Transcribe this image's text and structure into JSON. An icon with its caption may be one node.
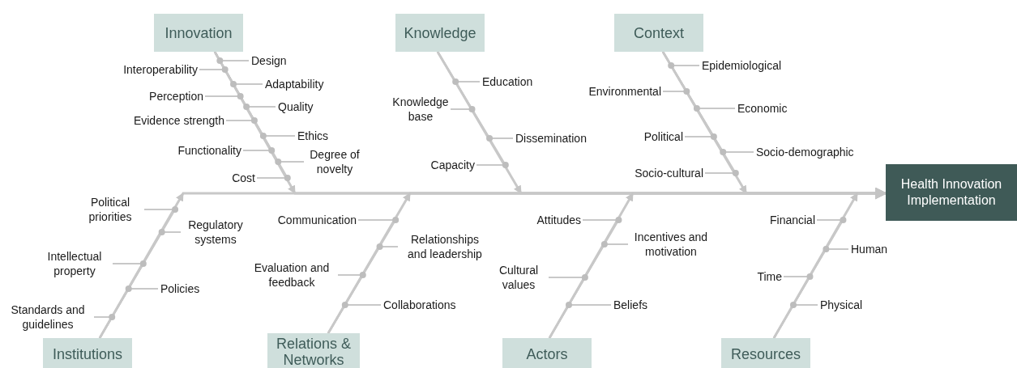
{
  "diagram": {
    "nodes": [
      {
        "text": [
          "Innovation"
        ]
      },
      {
        "text": [
          "Design"
        ]
      },
      {
        "text": [
          "Interoperability"
        ]
      },
      {
        "text": [
          "Adaptability"
        ]
      },
      {
        "text": [
          "Perception"
        ]
      },
      {
        "text": [
          "Quality"
        ]
      },
      {
        "text": [
          "Evidence strength"
        ]
      },
      {
        "text": [
          "Ethics"
        ]
      },
      {
        "text": [
          "Functionality"
        ]
      },
      {
        "text": [
          "Degree of novelty"
        ]
      },
      {
        "text": [
          "Cost"
        ]
      },
      {
        "text": [
          "Knowledge"
        ]
      },
      {
        "text": [
          "Education"
        ]
      },
      {
        "text": [
          "Knowledge base"
        ]
      },
      {
        "text": [
          "Dissemination"
        ]
      },
      {
        "text": [
          "Capacity"
        ]
      },
      {
        "text": [
          "Context"
        ]
      },
      {
        "text": [
          "Epidemiological"
        ]
      },
      {
        "text": [
          "Environmental"
        ]
      },
      {
        "text": [
          "Economic"
        ]
      },
      {
        "text": [
          "Political"
        ]
      },
      {
        "text": [
          "Socio-demographic"
        ]
      },
      {
        "text": [
          "Socio-cultural"
        ]
      },
      {
        "text": [
          "Health Innovation Implementation"
        ]
      },
      {
        "text": [
          "Political priorities"
        ]
      },
      {
        "text": [
          "Regulatory systems"
        ]
      },
      {
        "text": [
          "Intellectual property"
        ]
      },
      {
        "text": [
          "Policies"
        ]
      },
      {
        "text": [
          "Standards and guidelines"
        ]
      },
      {
        "text": [
          "Institutions"
        ]
      },
      {
        "text": [
          "Communication"
        ]
      },
      {
        "text": [
          "Relationships and leadership"
        ]
      },
      {
        "text": [
          "Evaluation and feedback"
        ]
      },
      {
        "text": [
          "Collaborations"
        ]
      },
      {
        "text": [
          "Relations & Networks"
        ]
      },
      {
        "text": [
          "Attitudes"
        ]
      },
      {
        "text": [
          "Incentives and motivation"
        ]
      },
      {
        "text": [
          "Cultural values"
        ]
      },
      {
        "text": [
          "Beliefs"
        ]
      },
      {
        "text": [
          "Actors"
        ]
      },
      {
        "text": [
          "Financial"
        ]
      },
      {
        "text": [
          "Human"
        ]
      },
      {
        "text": [
          "Time"
        ]
      },
      {
        "text": [
          "Physical"
        ]
      },
      {
        "text": [
          "Resources"
        ]
      }
    ],
    "edges": [
      {
        "from": 0,
        "to": 23,
        "arrow": "to"
      },
      {
        "from": 11,
        "to": 23,
        "arrow": "to"
      },
      {
        "from": 16,
        "to": 23,
        "arrow": "to"
      },
      {
        "from": 29,
        "to": 23,
        "arrow": "to"
      },
      {
        "from": 34,
        "to": 23,
        "arrow": "to"
      },
      {
        "from": 39,
        "to": 23,
        "arrow": "to"
      },
      {
        "from": 44,
        "to": 23,
        "arrow": "to"
      },
      {
        "from": 1,
        "to": 0,
        "arrow": "none"
      },
      {
        "from": 2,
        "to": 0,
        "arrow": "none"
      },
      {
        "from": 3,
        "to": 0,
        "arrow": "none"
      },
      {
        "from": 4,
        "to": 0,
        "arrow": "none"
      },
      {
        "from": 5,
        "to": 0,
        "arrow": "none"
      },
      {
        "from": 6,
        "to": 0,
        "arrow": "none"
      },
      {
        "from": 7,
        "to": 0,
        "arrow": "none"
      },
      {
        "from": 8,
        "to": 0,
        "arrow": "none"
      },
      {
        "from": 9,
        "to": 0,
        "arrow": "none"
      },
      {
        "from": 10,
        "to": 0,
        "arrow": "none"
      },
      {
        "from": 12,
        "to": 11,
        "arrow": "none"
      },
      {
        "from": 13,
        "to": 11,
        "arrow": "none"
      },
      {
        "from": 14,
        "to": 11,
        "arrow": "none"
      },
      {
        "from": 15,
        "to": 11,
        "arrow": "none"
      },
      {
        "from": 17,
        "to": 16,
        "arrow": "none"
      },
      {
        "from": 18,
        "to": 16,
        "arrow": "none"
      },
      {
        "from": 19,
        "to": 16,
        "arrow": "none"
      },
      {
        "from": 20,
        "to": 16,
        "arrow": "none"
      },
      {
        "from": 21,
        "to": 16,
        "arrow": "none"
      },
      {
        "from": 22,
        "to": 16,
        "arrow": "none"
      },
      {
        "from": 24,
        "to": 29,
        "arrow": "none"
      },
      {
        "from": 25,
        "to": 29,
        "arrow": "none"
      },
      {
        "from": 26,
        "to": 29,
        "arrow": "none"
      },
      {
        "from": 27,
        "to": 29,
        "arrow": "none"
      },
      {
        "from": 28,
        "to": 29,
        "arrow": "none"
      },
      {
        "from": 30,
        "to": 34,
        "arrow": "none"
      },
      {
        "from": 31,
        "to": 34,
        "arrow": "none"
      },
      {
        "from": 32,
        "to": 34,
        "arrow": "none"
      },
      {
        "from": 33,
        "to": 34,
        "arrow": "none"
      },
      {
        "from": 35,
        "to": 39,
        "arrow": "none"
      },
      {
        "from": 36,
        "to": 39,
        "arrow": "none"
      },
      {
        "from": 37,
        "to": 39,
        "arrow": "none"
      },
      {
        "from": 38,
        "to": 39,
        "arrow": "none"
      },
      {
        "from": 40,
        "to": 44,
        "arrow": "none"
      },
      {
        "from": 41,
        "to": 44,
        "arrow": "none"
      },
      {
        "from": 42,
        "to": 44,
        "arrow": "none"
      },
      {
        "from": 43,
        "to": 44,
        "arrow": "none"
      }
    ]
  }
}
